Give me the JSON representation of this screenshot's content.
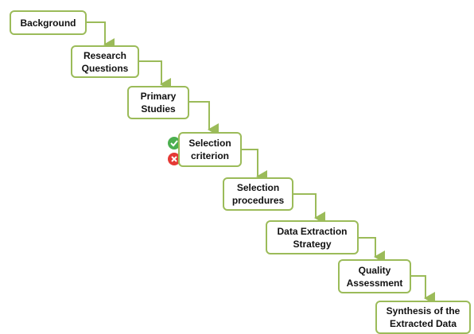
{
  "steps": [
    {
      "id": "background",
      "lines": [
        "Background"
      ]
    },
    {
      "id": "research-questions",
      "lines": [
        "Research",
        "Questions"
      ]
    },
    {
      "id": "primary-studies",
      "lines": [
        "Primary",
        "Studies"
      ]
    },
    {
      "id": "selection-criterion",
      "lines": [
        "Selection",
        "criterion"
      ]
    },
    {
      "id": "selection-procedures",
      "lines": [
        "Selection",
        "procedures"
      ]
    },
    {
      "id": "data-extraction-strategy",
      "lines": [
        "Data Extraction",
        "Strategy"
      ]
    },
    {
      "id": "quality-assessment",
      "lines": [
        "Quality",
        "Assessment"
      ]
    },
    {
      "id": "synthesis",
      "lines": [
        "Synthesis of the",
        "Extracted Data"
      ]
    }
  ],
  "colors": {
    "border": "#9bbb59",
    "connector": "#9bbb59",
    "check": "#4caf50",
    "cross": "#e53935"
  },
  "icons": {
    "include": "check-circle-icon",
    "exclude": "cross-circle-icon"
  }
}
